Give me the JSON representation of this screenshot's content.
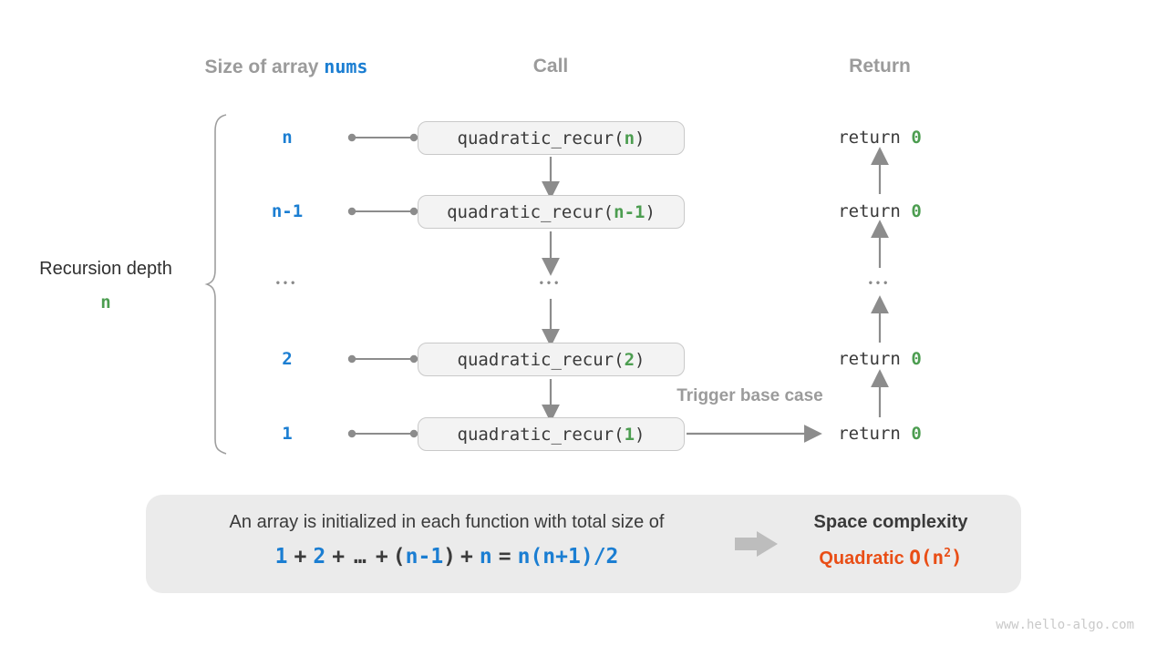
{
  "headers": {
    "size_label": "Size of array ",
    "size_code": "nums",
    "call": "Call",
    "return": "Return"
  },
  "left_annotation": {
    "label": "Recursion depth",
    "value": "n"
  },
  "rows": [
    {
      "size": "n",
      "fn": "quadratic_recur(",
      "arg": "n",
      "close": ")",
      "ret": "return ",
      "ret_val": "0"
    },
    {
      "size": "n-1",
      "fn": "quadratic_recur(",
      "arg": "n-1",
      "close": ")",
      "ret": "return ",
      "ret_val": "0"
    },
    {
      "dots": "•••"
    },
    {
      "size": "2",
      "fn": "quadratic_recur(",
      "arg": "2",
      "close": ")",
      "ret": "return ",
      "ret_val": "0"
    },
    {
      "size": "1",
      "fn": "quadratic_recur(",
      "arg": "1",
      "close": ")",
      "ret": "return ",
      "ret_val": "0"
    }
  ],
  "trigger_label": "Trigger base case",
  "panel": {
    "line1": "An array is initialized in each function with total size of",
    "formula": [
      "1",
      "+",
      "2",
      "+",
      "…",
      "+",
      "(",
      "n-1",
      ")",
      "+",
      "n",
      "=",
      "n(n+1)/2"
    ],
    "space_title": "Space complexity",
    "quad_label": "Quadratic ",
    "o_pre": "O(n",
    "o_sup": "2",
    "o_close": ")"
  },
  "watermark": "www.hello-algo.com",
  "colors": {
    "blue": "#1b7ed2",
    "green": "#4c9d50",
    "orange": "#e94e16",
    "gray_label": "#9b9b9b",
    "arrow_gray": "#8c8c8c",
    "box_fill": "#f3f3f3",
    "box_border": "#c9c9c9",
    "panel_fill": "#ebebeb",
    "text_dark": "#3a3a3a"
  }
}
